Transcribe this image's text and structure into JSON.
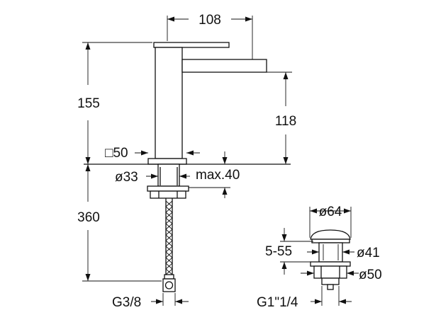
{
  "dimensions": {
    "spout_reach": "108",
    "total_height": "155",
    "spout_height": "118",
    "base_square": "□50",
    "shank_diameter": "ø33",
    "max_deck_thickness": "max.40",
    "hose_length": "360",
    "hose_thread": "G3/8",
    "waste_cap_diameter": "ø64",
    "waste_clamp_range": "5-55",
    "waste_body_diameter": "ø41",
    "waste_nut_diameter": "ø50",
    "waste_thread": "G1\"1/4"
  }
}
